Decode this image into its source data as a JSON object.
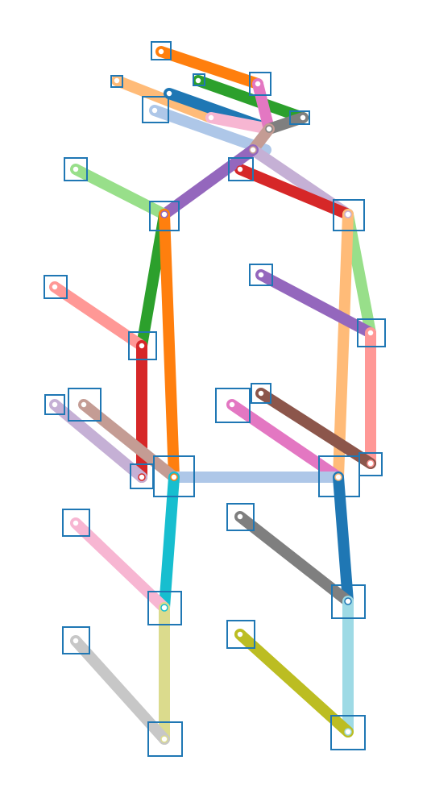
{
  "diagram": {
    "kind": "pose-skeleton",
    "keypoint_count": 25,
    "limb_count": 31
  },
  "colors": {
    "box_stroke": "#1f77b4",
    "point_fill": "#ffffff",
    "palette": [
      "#1f77b4",
      "#aec7e8",
      "#ff7f0e",
      "#ffbb78",
      "#2ca02c",
      "#98df8a",
      "#d62728",
      "#ff9896",
      "#9467bd",
      "#c5b0d5",
      "#8c564b",
      "#c49c94",
      "#e377c2",
      "#f7b6d2",
      "#7f7f7f",
      "#c7c7c7",
      "#bcbd22",
      "#dbdb8d",
      "#17becf",
      "#9edae5"
    ]
  }
}
